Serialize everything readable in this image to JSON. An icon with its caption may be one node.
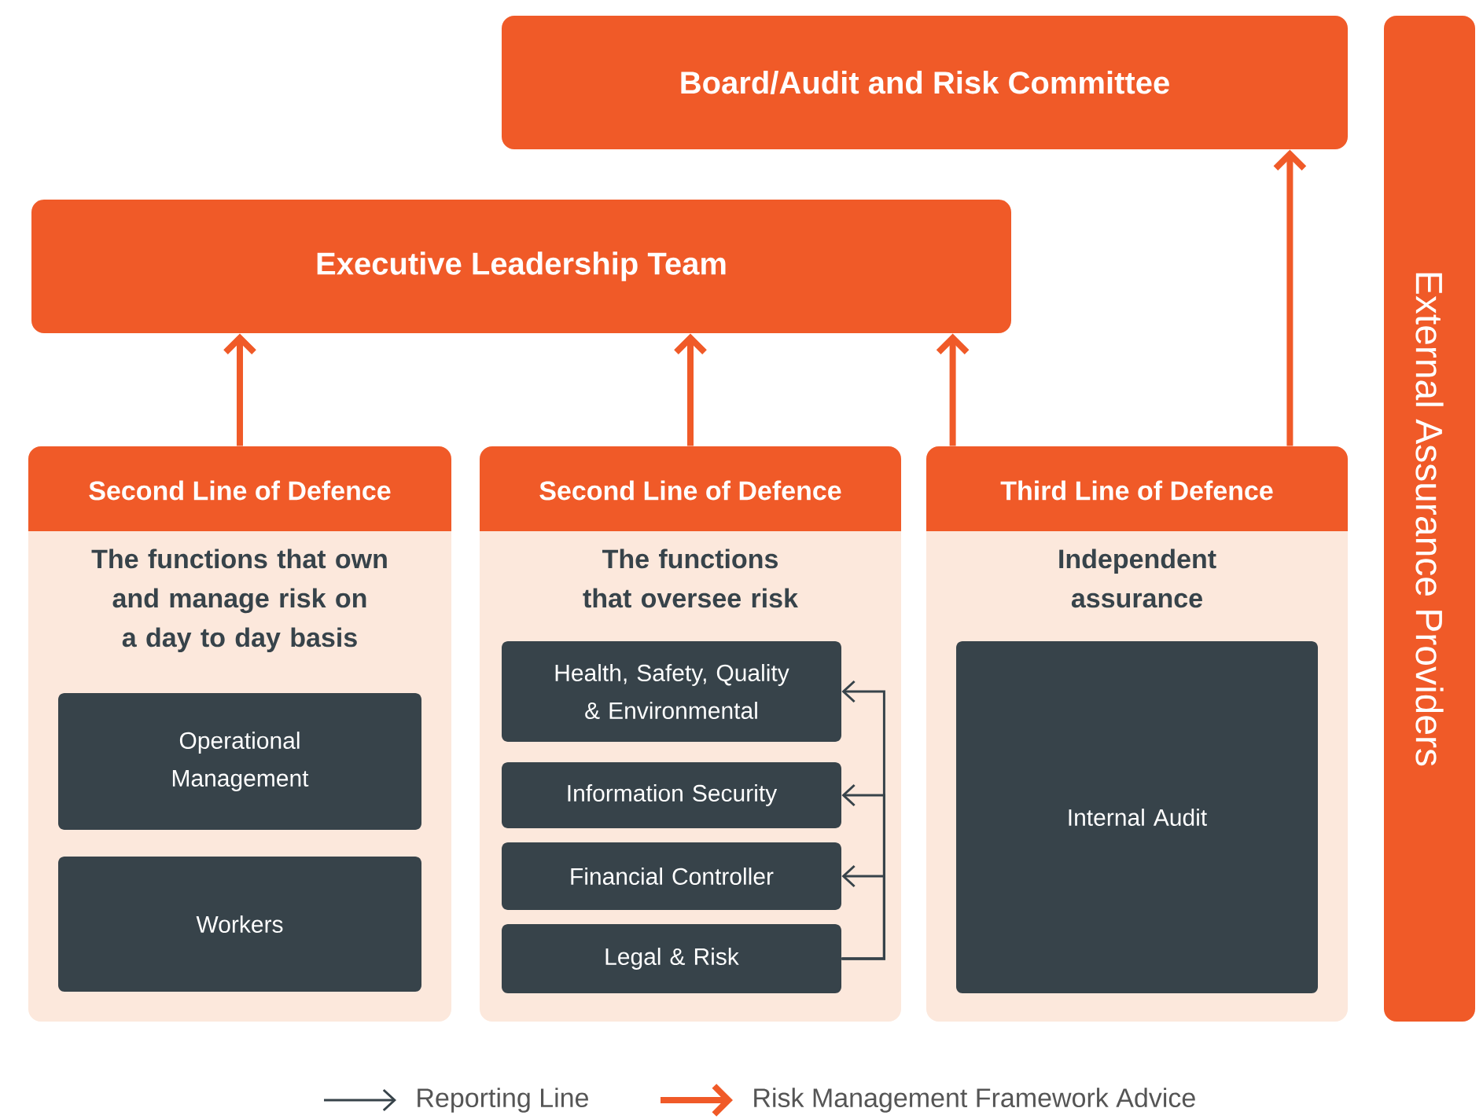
{
  "diagram": {
    "nodes": [
      {
        "text": [
          "Board/Audit and Risk Committee"
        ]
      },
      {
        "text": [
          "Executive Leadership Team"
        ]
      },
      {
        "text": [
          "Second Line of Defence",
          "The functions that own and manage risk on a day to day basis"
        ]
      },
      {
        "text": [
          "Operational Management"
        ],
        "in": 2
      },
      {
        "text": [
          "Workers"
        ],
        "in": 2
      },
      {
        "text": [
          "Second Line of Defence",
          "The functions that oversee risk"
        ]
      },
      {
        "text": [
          "Health, Safety, Quality & Environmental"
        ],
        "in": 5
      },
      {
        "text": [
          "Information Security"
        ],
        "in": 5
      },
      {
        "text": [
          "Financial Controller"
        ],
        "in": 5
      },
      {
        "text": [
          "Legal & Risk"
        ],
        "in": 5
      },
      {
        "text": [
          "Third Line of Defence",
          "Independent assurance"
        ]
      },
      {
        "text": [
          "Internal Audit"
        ],
        "in": 10
      },
      {
        "text": [
          "External Assurance Providers"
        ]
      }
    ],
    "edges": [
      {
        "from": 2,
        "to": 1,
        "arrow": "to"
      },
      {
        "from": 5,
        "to": 1,
        "arrow": "to"
      },
      {
        "from": 10,
        "to": 1,
        "arrow": "to"
      },
      {
        "from": 10,
        "to": 0,
        "arrow": "to"
      },
      {
        "from": 9,
        "to": 6,
        "arrow": "to",
        "color": "#37434a"
      },
      {
        "from": 9,
        "to": 7,
        "arrow": "to",
        "color": "#37434a"
      },
      {
        "from": 9,
        "to": 8,
        "arrow": "to",
        "color": "#37434a"
      }
    ],
    "legend": [
      {
        "text": "Reporting Line"
      },
      {
        "text": "Risk Management Framework Advice"
      }
    ]
  }
}
